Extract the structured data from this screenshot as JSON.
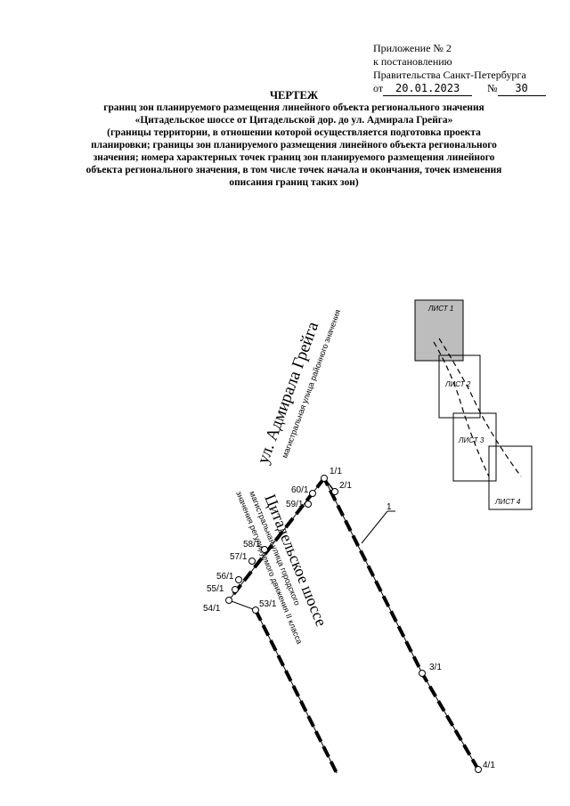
{
  "appendix": {
    "line1": "Приложение № 2",
    "line2": "к постановлению",
    "line3": "Правительства Санкт-Петербурга",
    "date_prefix": "от",
    "date": "20.01.2023",
    "number_prefix": "№",
    "number": "30"
  },
  "title": {
    "heading": "ЧЕРТЕЖ",
    "line1": "границ зон планируемого размещения линейного объекта регионального значения",
    "line2": "«Цитадельское шоссе от Цитадельской дор. до ул. Адмирала Грейга»",
    "line3": "(границы территории, в отношении которой осуществляется подготовка проекта",
    "line4": "планировки; границы зон планируемого размещения линейного объекта регионального",
    "line5": "значения; номера характерных точек границ зон планируемого размещения линейного",
    "line6": "объекта регионального значения, в том числе точек начала и окончания, точек изменения",
    "line7": "описания границ таких зон)"
  },
  "drawing": {
    "street1_name": "ул. Адмирала Грейга",
    "street1_type": "магистральная улица районного значения",
    "street2_name": "Цитадельское шоссе",
    "street2_type_1": "магистральная улица городского",
    "street2_type_2": "значения регулируемого движения II класса",
    "callout": "1",
    "points": {
      "p1": "1/1",
      "p2": "2/1",
      "p60": "60/1",
      "p59": "59/1",
      "p58": "58/1",
      "p57": "57/1",
      "p56": "56/1",
      "p55": "55/1",
      "p54": "54/1",
      "p53": "53/1",
      "p3": "3/1",
      "p4": "4/1"
    },
    "sheets": [
      "ЛИСТ 1",
      "ЛИСТ 2",
      "ЛИСТ 3",
      "ЛИСТ 4"
    ]
  },
  "colors": {
    "ink": "#000000",
    "sheet1_fill": "#bdbdbd"
  }
}
